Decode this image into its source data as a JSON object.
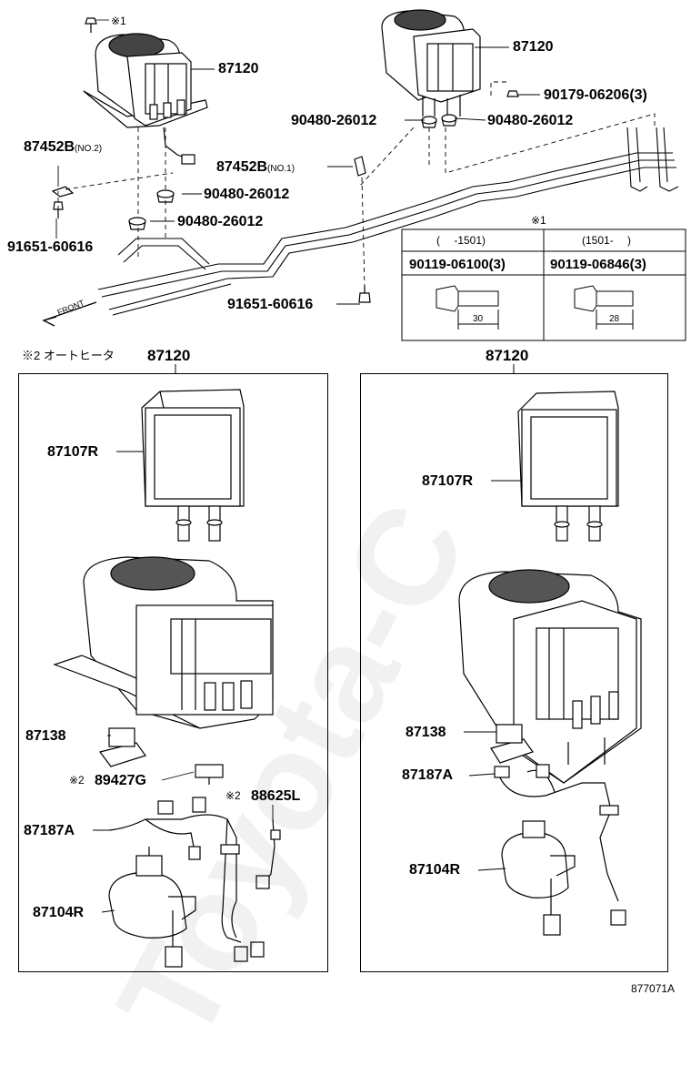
{
  "callouts": {
    "top_note_mark": "※1",
    "top_left_assy": "87120",
    "top_right_assy": "87120",
    "bracket_no2": "87452B",
    "bracket_no2_sub": "(NO.2)",
    "bracket_no1": "87452B",
    "bracket_no1_sub": "(NO.1)",
    "grommet_a": "90480-26012",
    "grommet_b": "90480-26012",
    "grommet_c": "90480-26012",
    "grommet_d": "90480-26012",
    "nut": "90179-06206",
    "nut_qty": "(3)",
    "bolt_left": "91651-60616",
    "bolt_center": "91651-60616",
    "front_arrow": "FRONT"
  },
  "bolt_table": {
    "mark": "※1",
    "headers": [
      "(　 -1501)",
      "(1501-　 )"
    ],
    "parts": [
      "90119-06100",
      "90119-06846"
    ],
    "qty": [
      "(3)",
      "(3)"
    ],
    "lengths": [
      "30",
      "28"
    ]
  },
  "left_panel": {
    "note": "※2 オートヒータ",
    "title": "87120",
    "core": "87107R",
    "resistor": "87138",
    "sensor_mark": "※2",
    "sensor": "89427G",
    "harness_mark": "※2",
    "harness2": "88625L",
    "harness": "87187A",
    "motor": "87104R"
  },
  "right_panel": {
    "title": "87120",
    "core": "87107R",
    "resistor": "87138",
    "harness": "87187A",
    "motor": "87104R"
  },
  "diagram_code": "877071A",
  "watermark": "Toyota-C"
}
